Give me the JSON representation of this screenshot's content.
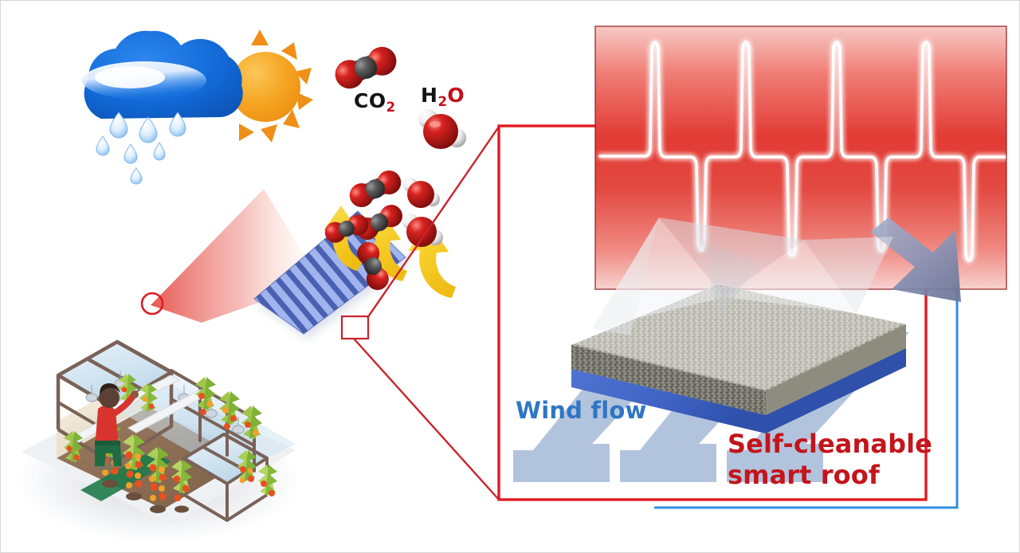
{
  "figure": {
    "kind": "scientific-graphical-abstract",
    "background": "#ffffff",
    "border_color": "#d6d6d6"
  },
  "labels": {
    "co2": {
      "main1": "C",
      "main2": "O",
      "sub": "2",
      "color_main": "#141414",
      "color_sub": "#c2111a"
    },
    "h2o": {
      "main1": "H",
      "sub": "2",
      "main2": "O",
      "color_main": "#141414",
      "color_sub": "#c2111a"
    },
    "wind_flow": "Wind flow",
    "smart_roof_line1": "Self-cleanable",
    "smart_roof_line2": "smart roof"
  },
  "colors": {
    "red_accent": "#c3151c",
    "red_frame": "#e01b22",
    "blue_frame": "#2f8fe0",
    "wind_blue": "#2f76c4",
    "panel_blue": "#6f86d8",
    "sun_orange": "#f5a623",
    "cloud_blue": "#1168d6",
    "arrow_yellow": "#f7cf2e",
    "slab_base_blue": "#3f63c4",
    "slab_mid_gray": "#6d6d68",
    "greenhouse_frame": "#7a6258"
  },
  "illustrations": {
    "weather_icon": "rain-cloud-with-sun",
    "molecules": [
      "co2-molecule",
      "co2-molecule",
      "co2-molecule",
      "co2-molecule",
      "co2-molecule",
      "water-molecule",
      "water-molecule"
    ],
    "solar_panel": "corrugated-blue-roof-panel",
    "emission_arrows": "three-curved-yellow-arrows",
    "greenhouse": "isometric-greenhouse-with-grower-and-tomato-plants",
    "inset_magnifier": "red-circle-highlight-on-greenhouse-roof",
    "zoom_callout": "red-rectangle-magnification-frame",
    "layer_stack": [
      "translucent-pyramid-texture-top",
      "gray-porous-mid-layer",
      "blue-substrate-base"
    ],
    "wind_arrows": "three-blue-band-arrows-pointing-down-left",
    "heat_arrow": "large-gray-blue-arrow-pointing-up-right",
    "signal_trace": "white-spike-waveform-on-red-gradient"
  },
  "chart_data": {
    "type": "line",
    "title": "",
    "xlabel": "",
    "ylabel": "",
    "description": "Alternating positive and negative voltage spike waveform on a red thermal gradient background",
    "baseline": 185,
    "x": [
      0,
      70,
      78,
      86,
      150,
      158,
      166,
      240,
      248,
      256,
      320,
      328,
      336,
      410,
      418,
      426,
      490,
      498,
      506,
      580,
      588,
      596,
      660,
      668,
      676,
      750
    ],
    "y": [
      0,
      0,
      1,
      0,
      0,
      -1,
      0,
      0,
      1,
      0,
      0,
      -1,
      0,
      0,
      1,
      0,
      0,
      -1,
      0,
      0,
      1,
      0,
      0,
      -1,
      0,
      0
    ],
    "spike_up_positions": [
      78,
      248,
      418,
      588
    ],
    "spike_down_positions": [
      158,
      328,
      498,
      668
    ],
    "ylim": [
      -1,
      1
    ],
    "grid": false,
    "legend": null,
    "line_color": "#ffffff",
    "bg_gradient": [
      "#f6c3c0",
      "#e8423c",
      "#e8504a",
      "#f6c8c4"
    ]
  }
}
